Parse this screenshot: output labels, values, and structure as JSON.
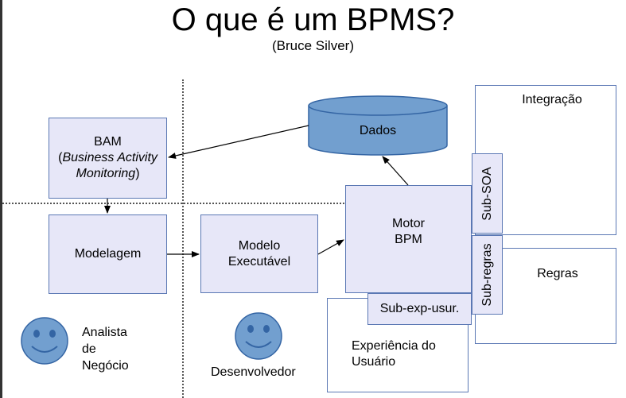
{
  "title": "O que é um BPMS?",
  "subtitle": "(Bruce Silver)",
  "nodes": {
    "bam": {
      "line1": "BAM",
      "line2_prefix": "(",
      "line2_italic": "Business Activity",
      "line3_italic": "Monitoring",
      "line3_suffix": ")"
    },
    "modelagem": "Modelagem",
    "modelo_line1": "Modelo",
    "modelo_line2": "Executável",
    "motor_line1": "Motor",
    "motor_line2": "BPM",
    "dados": "Dados",
    "integracao": "Integração",
    "regras": "Regras",
    "sub_soa": "Sub-SOA",
    "sub_regras": "Sub-regras",
    "sub_exp": "Sub-exp-usur.",
    "experiencia_line1": "Experiência do",
    "experiencia_line2": "Usuário"
  },
  "actors": {
    "analista_line1": "Analista",
    "analista_line2": "de",
    "analista_line3": "Negócio",
    "desenvolvedor": "Desenvolvedor"
  },
  "colors": {
    "box_fill": "#e7e7f8",
    "box_border": "#5b78b4",
    "db_fill": "#729fcf",
    "db_border": "#3465a4",
    "smiley_fill": "#729fcf"
  }
}
